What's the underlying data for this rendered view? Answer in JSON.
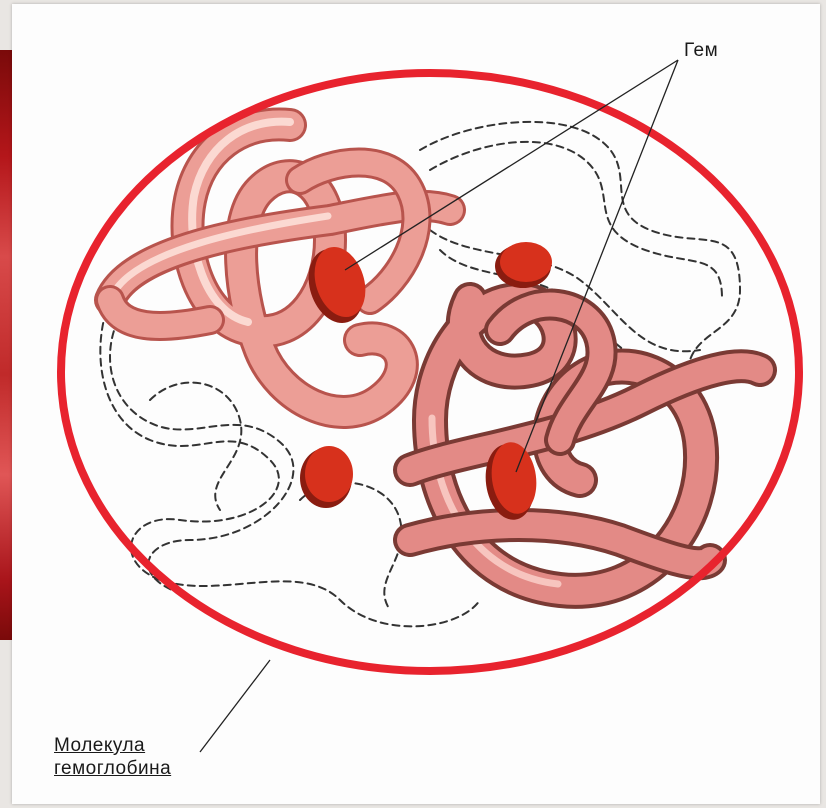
{
  "labels": {
    "heme": "Гем",
    "molecule_line1": "Молекула",
    "molecule_line2": "гемоглобина"
  },
  "colors": {
    "outline": "#e8232e",
    "chain_fill": "#ec9e96",
    "chain_edge": "#b8544d",
    "chain_highlight": "#fbd9d2",
    "heme": "#d7311c",
    "dashed_chain": "#333333",
    "leader_line": "#222222"
  }
}
